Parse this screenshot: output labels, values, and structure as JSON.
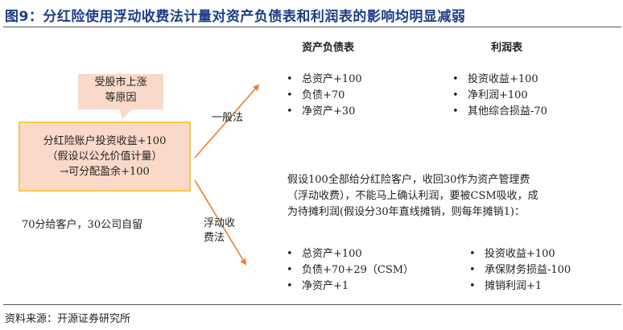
{
  "title": "图9：分红险使用浮动收费法计量对资产负债表和利润表的影响均明显减弱",
  "source": "资料来源：开源证券研究所",
  "callout": {
    "lines": [
      "受股市上涨",
      "等原因"
    ]
  },
  "main_box": {
    "lines": [
      "分红险账户投资收益+100",
      "（假设以公允价值计量）",
      "→可分配盈余+100"
    ]
  },
  "note": "70分给客户，30公司自留",
  "methods": {
    "general": "一般法",
    "float_fee_lines": [
      "浮动收",
      "费法"
    ]
  },
  "columns": {
    "balance_sheet": "资产负债表",
    "income_statement": "利润表"
  },
  "general_method": {
    "balance_sheet": [
      "总资产+100",
      "负债+70",
      "净资产+30"
    ],
    "income_statement": [
      "投资收益+100",
      "净利润+100",
      "其他综合损益-70"
    ]
  },
  "float_fee_method": {
    "explanation_lines": [
      "假设100全部给分红险客户，收回30作为资产管理费",
      "（浮动收费），不能马上确认利润，要被CSM吸收，成",
      "为待摊利润(假设分30年直线摊销，则每年摊销1)："
    ],
    "balance_sheet": [
      "总资产+100",
      "负债+70+29（CSM）",
      "净资产+1"
    ],
    "income_statement": [
      "投资收益+100",
      "承保财务损益-100",
      "摊销利润+1"
    ]
  },
  "colors": {
    "title": "#1f3c88",
    "arrow": "#ed7d31",
    "box_fill": "#fbd9c9",
    "box_border": "#f4c84a",
    "callout_fill": "#f9d9c9"
  }
}
